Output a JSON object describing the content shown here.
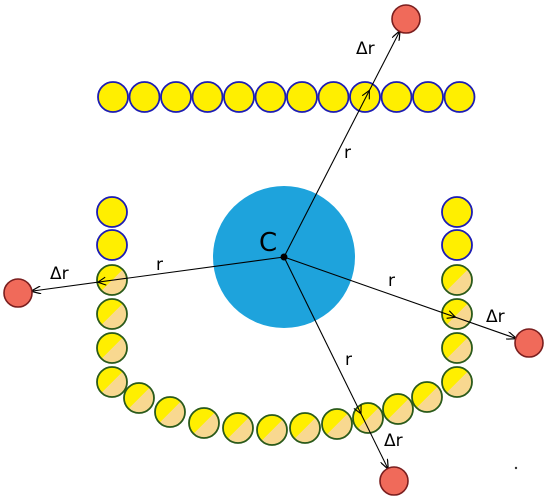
{
  "center_label": "C",
  "radius_label": "r",
  "delta_label": "Δr",
  "colors": {
    "center_fill": "#1ea3dc",
    "bead_yellow": "#ffef00",
    "bead_tan": "#f8d890",
    "outline_blue": "#1c1cb4",
    "outline_green": "#2a5a1a",
    "endpoint_fill": "#f06a5a",
    "endpoint_outline": "#7a1e1e",
    "line": "#000000"
  },
  "bead_fill_pattern": "half-yellow-half-tan",
  "arrows": [
    {
      "name": "arrow-up",
      "r_label": "r",
      "dr_label": "Δr"
    },
    {
      "name": "arrow-left",
      "r_label": "r",
      "dr_label": "Δr"
    },
    {
      "name": "arrow-right",
      "r_label": "r",
      "dr_label": "Δr"
    },
    {
      "name": "arrow-down-right",
      "r_label": "r",
      "dr_label": "Δr"
    }
  ]
}
